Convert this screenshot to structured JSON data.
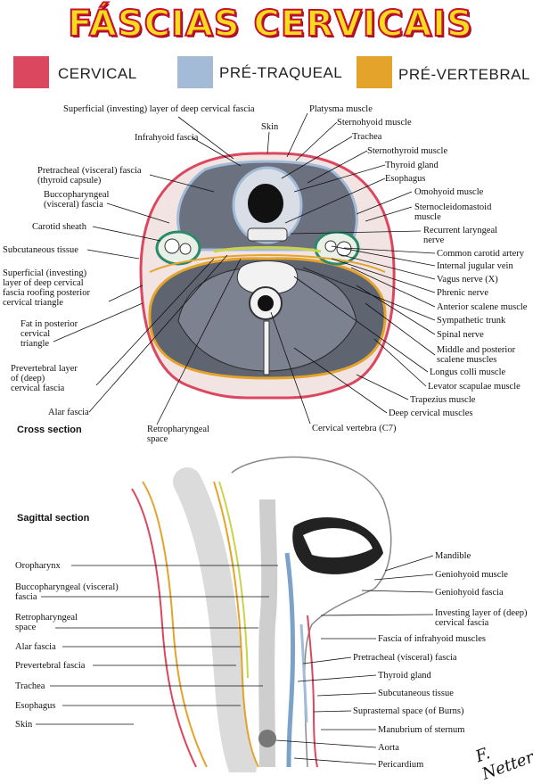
{
  "title": "FÁSCIAS CERVICAIS",
  "legend": [
    {
      "label": "CERVICAL",
      "color": "#dc4760"
    },
    {
      "label": "PRÉ-TRAQUEAL",
      "color": "#a4bbd8"
    },
    {
      "label": "PRÉ-VERTEBRAL",
      "color": "#e4a42c"
    }
  ],
  "cross_section": {
    "caption": "Cross section",
    "labels_left": {
      "superficial_layer": "Superficial (investing) layer of deep cervical fascia",
      "infrahyoid_fascia": "Infrahyoid fascia",
      "pretracheal_1": "Pretracheal (visceral) fascia",
      "pretracheal_2": "(thyroid capsule)",
      "bucco_1": "Buccopharyngeal",
      "bucco_2": "(visceral) fascia",
      "carotid_sheath": "Carotid sheath",
      "subcutaneous": "Subcutaneous tissue",
      "roof_1": "Superficial (investing)",
      "roof_2": "layer of deep cervical",
      "roof_3": "fascia roofing posterior",
      "roof_4": "cervical triangle",
      "fat_1": "Fat in posterior",
      "fat_2": "cervical",
      "fat_3": "triangle",
      "prev_1": "Prevertebral layer",
      "prev_2": "of (deep)",
      "prev_3": "cervical fascia",
      "alar": "Alar fascia",
      "retro_1": "Retropharyngeal",
      "retro_2": "space"
    },
    "labels_right": {
      "platysma": "Platysma muscle",
      "skin": "Skin",
      "sternohyoid": "Sternohyoid muscle",
      "trachea": "Trachea",
      "sternothyroid": "Sternothyroid muscle",
      "thyroid": "Thyroid gland",
      "esophagus": "Esophagus",
      "omohyoid": "Omohyoid muscle",
      "scm_1": "Sternocleidomastoid",
      "scm_2": "muscle",
      "recurrent_1": "Recurrent laryngeal",
      "recurrent_2": "nerve",
      "common_carotid": "Common carotid artery",
      "jugular": "Internal jugular vein",
      "vagus": "Vagus nerve (X)",
      "phrenic": "Phrenic nerve",
      "ant_scalene": "Anterior scalene muscle",
      "sympathetic": "Sympathetic trunk",
      "spinal": "Spinal nerve",
      "mid_scalene_1": "Middle and posterior",
      "mid_scalene_2": "scalene muscles",
      "longus": "Longus colli muscle",
      "levator": "Levator scapulae muscle",
      "trapezius": "Trapezius muscle",
      "deep_cervical": "Deep cervical muscles",
      "vertebra": "Cervical vertebra (C7)"
    }
  },
  "sagittal_section": {
    "caption": "Sagittal section",
    "labels_left": {
      "oropharynx": "Oropharynx",
      "bucco_1": "Buccopharyngeal (visceral)",
      "bucco_2": "fascia",
      "retro_1": "Retropharyngeal",
      "retro_2": "space",
      "alar": "Alar fascia",
      "prevertebral": "Prevertebral fascia",
      "trachea": "Trachea",
      "esophagus": "Esophagus",
      "skin": "Skin"
    },
    "labels_right": {
      "mandible": "Mandible",
      "geniohyoid_m": "Geniohyoid muscle",
      "geniohyoid_f": "Geniohyoid fascia",
      "investing_1": "Investing layer of (deep)",
      "investing_2": "cervical fascia",
      "infrahyoid": "Fascia of infrahyoid muscles",
      "pretracheal": "Pretracheal (visceral) fascia",
      "thyroid": "Thyroid gland",
      "subcutaneous": "Subcutaneous tissue",
      "suprasternal": "Suprasternal space (of Burns)",
      "manubrium": "Manubrium of sternum",
      "aorta": "Aorta",
      "pericardium": "Pericardium"
    }
  },
  "signature": "F. Netter M.D."
}
